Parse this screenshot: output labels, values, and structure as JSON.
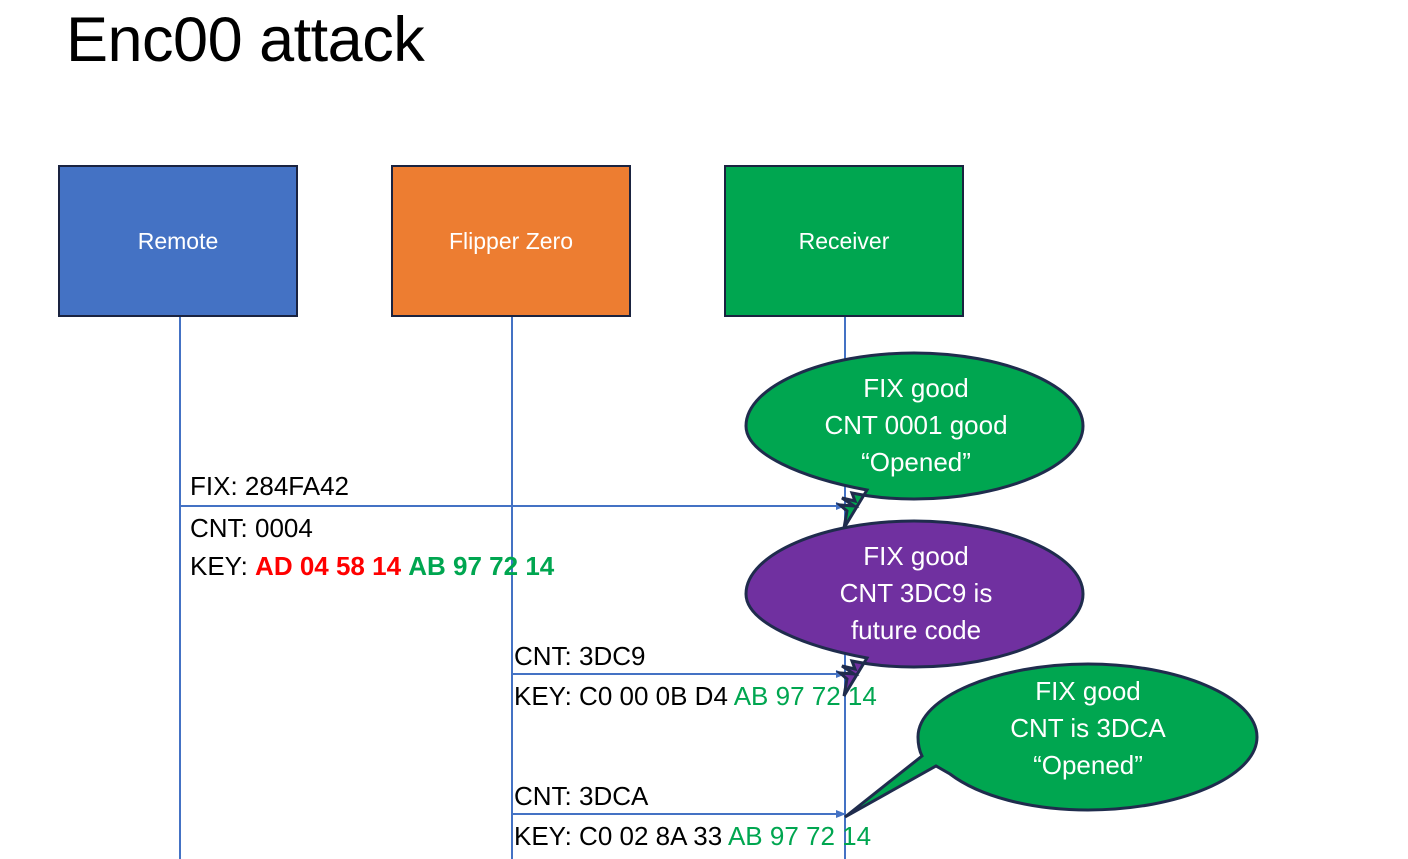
{
  "slide": {
    "title": "Enc00 attack",
    "background": "#ffffff"
  },
  "colors": {
    "remote": "#4472C4",
    "flipper": "#ED7D31",
    "receiver": "#00A650",
    "bubble_good": "#00A650",
    "bubble_future": "#7030A0",
    "lifeline": "#4472C4",
    "text_red": "#FF0000",
    "text_green": "#00A650",
    "text_black": "#000000",
    "bubble_outline": "#1F2C4D"
  },
  "actors": [
    {
      "id": "remote",
      "label": "Remote"
    },
    {
      "id": "flipper",
      "label": "Flipper Zero"
    },
    {
      "id": "receiver",
      "label": "Receiver"
    }
  ],
  "messages": [
    {
      "id": "msg-1",
      "from": "remote",
      "to": "receiver",
      "lines": [
        {
          "text": "FIX: 284FA42"
        }
      ]
    },
    {
      "id": "msg-1-detail",
      "from": "remote",
      "to": "receiver",
      "cnt_label": "CNT: 0004",
      "key_prefix": "KEY: ",
      "key_red": "AD 04 58 14",
      "key_green": "AB 97 72 14"
    },
    {
      "id": "msg-2",
      "from": "flipper",
      "to": "receiver",
      "cnt_label": "CNT: 3DC9",
      "key_prefix": "KEY: C0 00 0B D4 ",
      "key_green": "AB 97 72 14"
    },
    {
      "id": "msg-3",
      "from": "flipper",
      "to": "receiver",
      "cnt_label": "CNT: 3DCA",
      "key_prefix": "KEY: C0 02 8A 33 ",
      "key_green": "AB 97 72 14"
    }
  ],
  "bubbles": [
    {
      "id": "bubble-1",
      "color": "#00A650",
      "lines": [
        "FIX good",
        "CNT 0001 good",
        "“Opened”"
      ]
    },
    {
      "id": "bubble-2",
      "color": "#7030A0",
      "lines": [
        "FIX good",
        "CNT 3DC9 is",
        "future code"
      ]
    },
    {
      "id": "bubble-3",
      "color": "#00A650",
      "lines": [
        "FIX good",
        "CNT is 3DCA",
        "“Opened”"
      ]
    }
  ],
  "labels": {
    "msg1_fix": "FIX: 284FA42",
    "msg1_cnt": "CNT: 0004",
    "msg1_key_prefix": "KEY: ",
    "msg1_key_red": "AD 04 58 14",
    "msg1_key_green": "AB 97 72 14",
    "msg2_cnt": "CNT: 3DC9",
    "msg2_key_prefix": "KEY: C0 00 0B D4 ",
    "msg2_key_green": "AB 97 72 14",
    "msg3_cnt": "CNT: 3DCA",
    "msg3_key_prefix": "KEY: C0 02 8A 33 ",
    "msg3_key_green": "AB 97 72 14"
  }
}
